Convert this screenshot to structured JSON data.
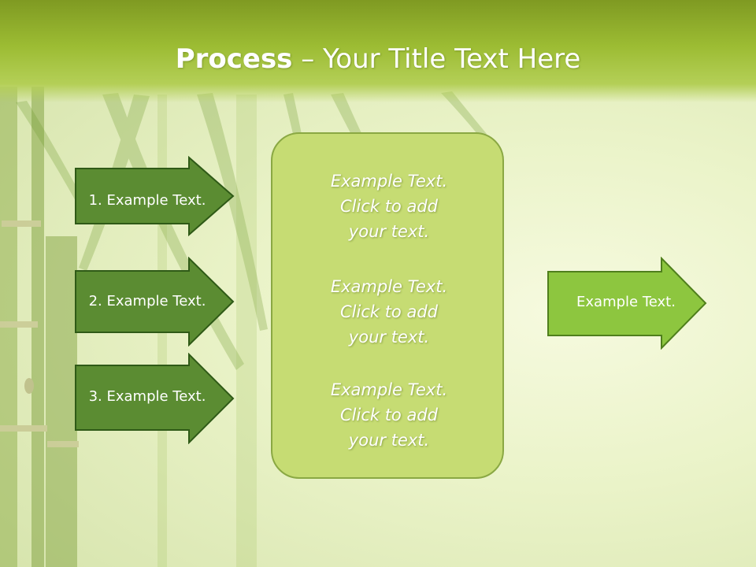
{
  "header": {
    "title_strong": "Process",
    "title_rest": " – Your Title Text Here"
  },
  "inputs": [
    {
      "label": "1. Example Text."
    },
    {
      "label": "2. Example Text."
    },
    {
      "label": "3. Example Text."
    }
  ],
  "center_box": {
    "blocks": [
      {
        "text": "Example Text.\nClick  to add\nyour text."
      },
      {
        "text": "Example Text.\nClick  to add\nyour text."
      },
      {
        "text": "Example Text.\nClick  to add\nyour text."
      }
    ]
  },
  "output": {
    "label": "Example Text."
  },
  "colors": {
    "header": "#9cbc33",
    "input_arrow_fill": "#5b8c32",
    "input_arrow_stroke": "#2f5a17",
    "center_box_fill": "#c6dc73",
    "output_arrow_fill": "#8dc63f",
    "output_arrow_stroke": "#4f7f1c"
  }
}
